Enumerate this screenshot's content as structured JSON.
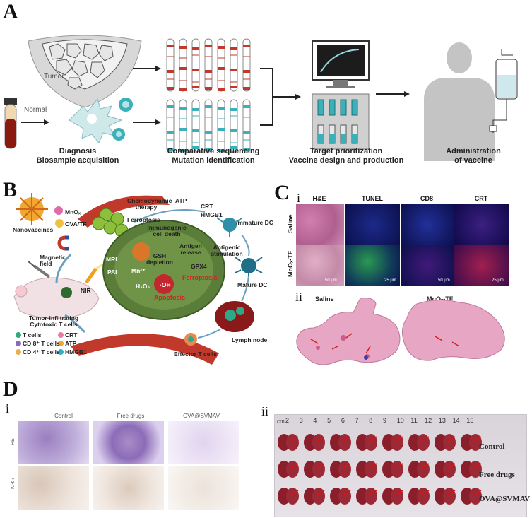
{
  "panelA": {
    "letter": "A",
    "tumor_label": "Tumor",
    "normal_label": "Normal",
    "captions": [
      {
        "line1": "Diagnosis",
        "line2": "Biosample acquisition"
      },
      {
        "line1": "Comparative sequencing",
        "line2": "Mutation identification"
      },
      {
        "line1": "Target prioritization",
        "line2": "Vaccine design and production"
      },
      {
        "line1": "Administration",
        "line2": "of vaccine"
      }
    ]
  },
  "panelB": {
    "letter": "B",
    "labels": {
      "mnox": "MnOₓ",
      "ova_tf": "OVA/TF",
      "nanovaccines": "Nanovaccines",
      "magnetic_field": "Magnetic field",
      "nir": "NIR",
      "mri": "MRI",
      "pai": "PAI",
      "chemodynamic": "Chemodynamic therapy",
      "ferroptosis_top": "Ferroptosis",
      "atp": "ATP",
      "crt": "CRT",
      "hmgb1": "HMGB1",
      "icd": "Immunogenic cell death",
      "immature_dc": "Immature DC",
      "antigen_release": "Antigen release",
      "antigenic_stim": "Antigenic stimulation",
      "gsh": "GSH depletion",
      "gpx4": "GPX4",
      "mature_dc": "Mature DC",
      "ferroptosis_red": "Ferroptosis",
      "apoptosis": "Apoptosis",
      "mn": "Mn²⁺",
      "h2o2": "H₂O₂",
      "oh": "·OH",
      "lymph_node": "Lymph node",
      "effector": "Effector T cells",
      "tumor_infiltrating": "Tumor-infiltrating Cytotoxic T cells"
    },
    "legend": [
      {
        "label": "T cells",
        "color": "#2fa88a"
      },
      {
        "label": "CRT",
        "color": "#e87aa8"
      },
      {
        "label": "CD 8⁺ T cells",
        "color": "#8a6ac0"
      },
      {
        "label": "ATP",
        "color": "#f0a830"
      },
      {
        "label": "CD 4⁺ T cells",
        "color": "#e8b04a"
      },
      {
        "label": "HMGB1",
        "color": "#2ab0c8"
      }
    ]
  },
  "panelC": {
    "letter": "C",
    "sub_i": "i",
    "sub_ii": "ii",
    "columns": [
      "H&E",
      "TUNEL",
      "CD8",
      "CRT"
    ],
    "rows": [
      "Saline",
      "MnOₓ-TF"
    ],
    "scales": [
      "50 μm",
      "25 μm",
      "50 μm",
      "25 μm"
    ],
    "section_labels": [
      "Saline",
      "MnOₓ-TF"
    ]
  },
  "panelD": {
    "letter": "D",
    "sub_i": "i",
    "sub_ii": "ii",
    "columns": [
      "Control",
      "Free drugs",
      "OVA@SVMAV"
    ],
    "rows": [
      "HE",
      "Ki-67"
    ],
    "ruler_unit": "cm",
    "ruler_numbers": [
      "2",
      "3",
      "4",
      "5",
      "6",
      "7",
      "8",
      "9",
      "10",
      "11",
      "12",
      "13",
      "14",
      "15"
    ],
    "group_labels": [
      "Control",
      "Free drugs",
      "OVA@SVMAV"
    ]
  }
}
